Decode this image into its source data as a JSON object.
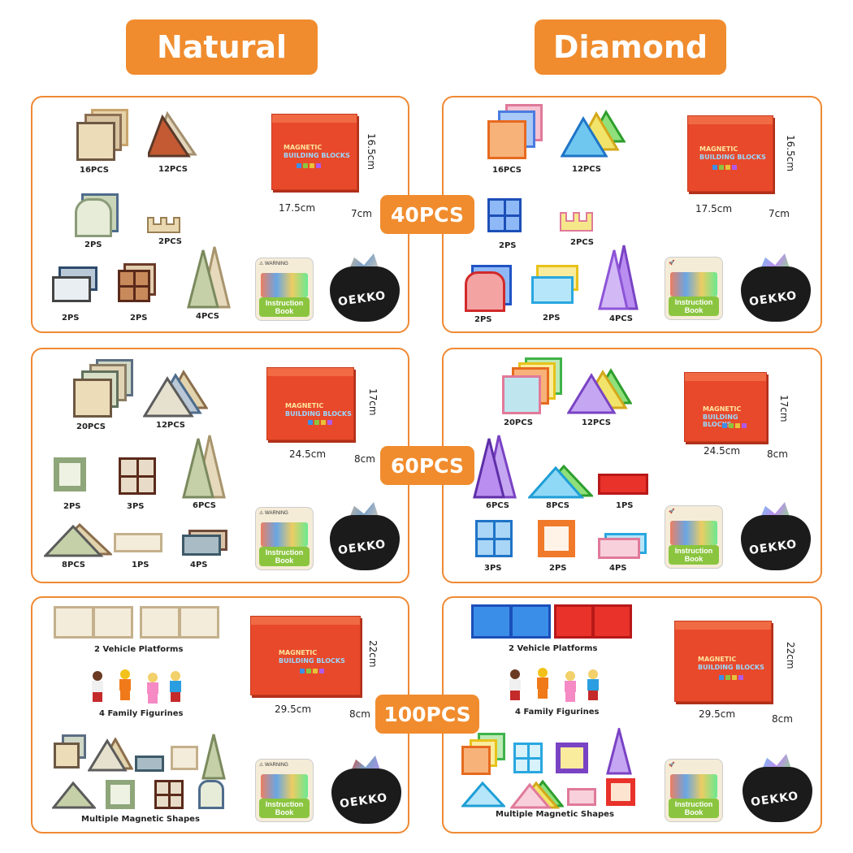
{
  "headers": {
    "natural": "Natural",
    "diamond": "Diamond"
  },
  "badges": {
    "pcs40": "40PCS",
    "pcs60": "60PCS",
    "pcs100": "100PCS"
  },
  "brand": "OEKKO",
  "book_label": "Instruction Book",
  "box_text": {
    "line1": "MAGNETIC",
    "line2": "BUILDING BLOCKS"
  },
  "colors": {
    "accent": "#f08c2e",
    "box": "#e8492a",
    "book_band": "#8bc53f"
  },
  "natural": {
    "s40": {
      "caps": [
        "16PCS",
        "12PCS",
        "2PS",
        "2PCS",
        "2PS",
        "2PS",
        "4PCS"
      ],
      "dims": {
        "w": "17.5cm",
        "d": "7cm",
        "h": "16.5cm"
      }
    },
    "s60": {
      "caps": [
        "20PCS",
        "12PCS",
        "2PS",
        "3PS",
        "6PCS",
        "8PCS",
        "1PS",
        "4PS"
      ],
      "dims": {
        "w": "24.5cm",
        "d": "8cm",
        "h": "17cm"
      }
    },
    "s100": {
      "caps": [
        "2 Vehicle Platforms",
        "4 Family Figurines",
        "Multiple Magnetic Shapes"
      ],
      "dims": {
        "w": "29.5cm",
        "d": "8cm",
        "h": "22cm"
      }
    }
  },
  "diamond": {
    "s40": {
      "caps": [
        "16PCS",
        "12PCS",
        "2PS",
        "2PCS",
        "2PS",
        "2PS",
        "4PCS"
      ],
      "dims": {
        "w": "17.5cm",
        "d": "7cm",
        "h": "16.5cm"
      }
    },
    "s60": {
      "caps": [
        "20PCS",
        "12PCS",
        "6PCS",
        "8PCS",
        "1PS",
        "3PS",
        "2PS",
        "4PS"
      ],
      "dims": {
        "w": "24.5cm",
        "d": "8cm",
        "h": "17cm"
      }
    },
    "s100": {
      "caps": [
        "2 Vehicle Platforms",
        "4 Family Figurines",
        "Multiple Magnetic Shapes"
      ],
      "dims": {
        "w": "29.5cm",
        "d": "8cm",
        "h": "22cm"
      }
    }
  }
}
